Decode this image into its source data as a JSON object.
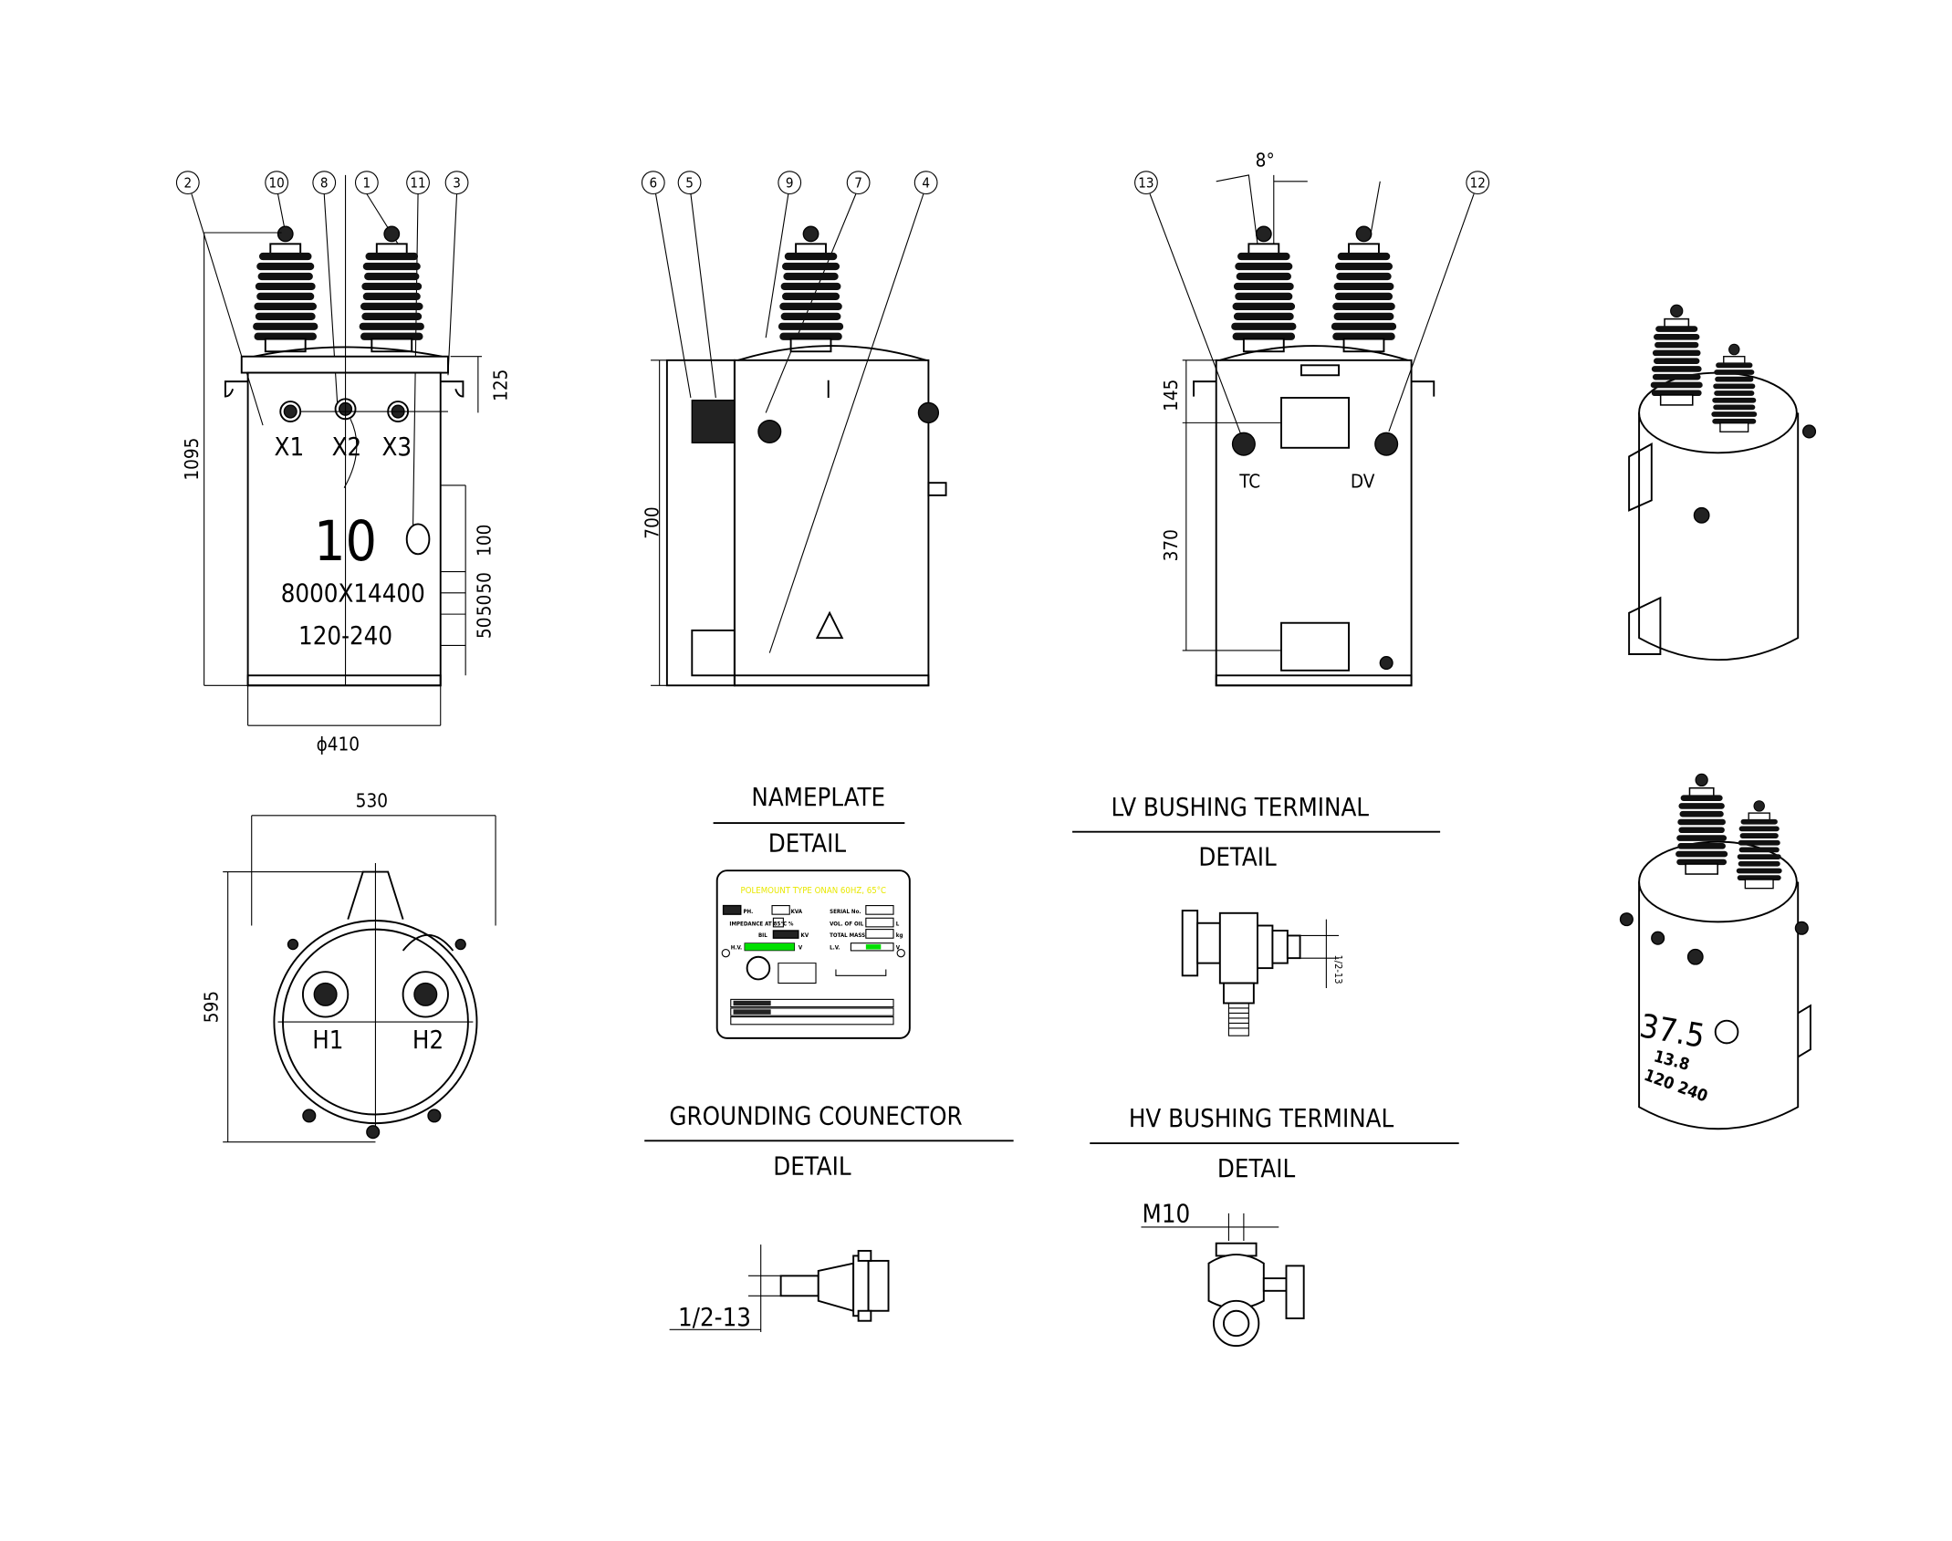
{
  "front_view": {
    "callouts": [
      "2",
      "10",
      "8",
      "1",
      "11",
      "3"
    ],
    "terminals": [
      "X1",
      "X2",
      "X3"
    ],
    "rating": "10",
    "hv_voltage": "8000X14400",
    "lv_voltage": "120-240",
    "dims": {
      "height": "1095",
      "cover": "125",
      "diameter": "ϕ410",
      "spacing": [
        "100",
        "50",
        "50",
        "50"
      ]
    }
  },
  "side_view": {
    "callouts": [
      "6",
      "5",
      "9",
      "7",
      "4"
    ],
    "dims": {
      "height": "700"
    }
  },
  "rear_view": {
    "callouts": [
      "13",
      "12"
    ],
    "angle": "8°",
    "labels": [
      "TC",
      "DV"
    ],
    "dims": {
      "top": "145",
      "bottom": "370"
    }
  },
  "top_view": {
    "labels": [
      "H1",
      "H2"
    ],
    "dims": {
      "width": "530",
      "depth": "595"
    }
  },
  "nameplate_detail": {
    "title": "NAMEPLATE",
    "subtitle": "DETAIL",
    "header": "POLEMOUNT TYPE ONAN 60HZ, 65°C",
    "left_labels": [
      "PH.",
      "KVA",
      "IMPEDANCE AT 85°C",
      "%",
      "BIL",
      "KV",
      "H.V.",
      "V"
    ],
    "right_labels": [
      "SERIAL No.",
      "VOL. OF OIL",
      "L",
      "TOTAL MASS",
      "kg",
      "L.V.",
      "V"
    ],
    "highlight_color": "#00e000",
    "header_color": "#ffff00"
  },
  "lv_detail": {
    "title": "LV BUSHING TERMINAL",
    "subtitle": "DETAIL",
    "dim": "1/2-13"
  },
  "grounding_detail": {
    "title": "GROUNDING COUNECTOR",
    "subtitle": "DETAIL",
    "dim": "1/2-13"
  },
  "hv_detail": {
    "title": "HV BUSHING TERMINAL",
    "subtitle": "DETAIL",
    "dim": "M10"
  },
  "iso_view": {
    "rating": "37.5",
    "hv": "13.8",
    "lv": "120 240"
  }
}
